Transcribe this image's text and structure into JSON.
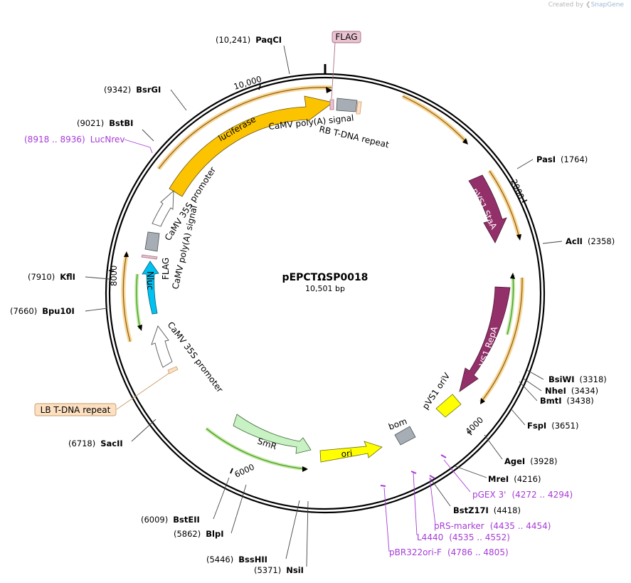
{
  "credit": {
    "prefix": "Created by",
    "brand": "SnapGene"
  },
  "plasmid": {
    "name": "pEPCTΩSP0018",
    "length_label": "10,501 bp",
    "length_bp": 10501
  },
  "ruler_ticks": [
    {
      "label": "10,000",
      "bp": 10000
    },
    {
      "label": "2000",
      "bp": 2000
    },
    {
      "label": "4000",
      "bp": 4000
    },
    {
      "label": "6000",
      "bp": 6000
    },
    {
      "label": "8000",
      "bp": 8000
    }
  ],
  "enzymes": [
    {
      "name": "PaqCI",
      "pos": "(10,241)",
      "bp": 10241
    },
    {
      "name": "BsrGI",
      "pos": "(9342)",
      "bp": 9342
    },
    {
      "name": "BstBI",
      "pos": "(9021)",
      "bp": 9021
    },
    {
      "name": "KflI",
      "pos": "(7910)",
      "bp": 7910
    },
    {
      "name": "Bpu10I",
      "pos": "(7660)",
      "bp": 7660
    },
    {
      "name": "SacII",
      "pos": "(6718)",
      "bp": 6718
    },
    {
      "name": "BstEII",
      "pos": "(6009)",
      "bp": 6009
    },
    {
      "name": "BlpI",
      "pos": "(5862)",
      "bp": 5862
    },
    {
      "name": "BssHII",
      "pos": "(5446)",
      "bp": 5446
    },
    {
      "name": "NsiI",
      "pos": "(5371)",
      "bp": 5371
    },
    {
      "name": "PasI",
      "pos": "(1764)",
      "bp": 1764
    },
    {
      "name": "AclI",
      "pos": "(2358)",
      "bp": 2358
    },
    {
      "name": "BsiWI",
      "pos": "(3318)",
      "bp": 3318
    },
    {
      "name": "NheI",
      "pos": "(3434)",
      "bp": 3434
    },
    {
      "name": "BmtI",
      "pos": "(3438)",
      "bp": 3438
    },
    {
      "name": "FspI",
      "pos": "(3651)",
      "bp": 3651
    },
    {
      "name": "AgeI",
      "pos": "(3928)",
      "bp": 3928
    },
    {
      "name": "MreI",
      "pos": "(4216)",
      "bp": 4216
    },
    {
      "name": "BstZ17I",
      "pos": "(4418)",
      "bp": 4418
    }
  ],
  "primers": [
    {
      "name": "LucNrev",
      "range": "(8918 .. 8936)"
    },
    {
      "name": "pGEX 3'",
      "range": "(4272 .. 4294)"
    },
    {
      "name": "pRS-marker",
      "range": "(4435 .. 4454)"
    },
    {
      "name": "L4440",
      "range": "(4535 .. 4552)"
    },
    {
      "name": "pBR322ori-F",
      "range": "(4786 .. 4805)"
    }
  ],
  "boxed_features": [
    {
      "name": "FLAG",
      "fill": "#e9c3d1",
      "stroke": "#a86f86"
    },
    {
      "name": "LB T-DNA repeat",
      "fill": "#fde0c2",
      "stroke": "#c89a68"
    }
  ],
  "features": [
    {
      "name": "luciferase",
      "color": "#fcc400"
    },
    {
      "name": "pVS1 StaA",
      "color": "#93306a"
    },
    {
      "name": "pVS1 RepA",
      "color": "#93306a"
    },
    {
      "name": "pVS1 oriV",
      "color": "#ffff00"
    },
    {
      "name": "bom",
      "color": "#a7adb4"
    },
    {
      "name": "ori",
      "color": "#ffff00"
    },
    {
      "name": "SmR",
      "color": "#c8f2c3"
    },
    {
      "name": "CaMV 35S promoter",
      "color": "#ffffff"
    },
    {
      "name": "Nluc",
      "color": "#00c2f2"
    },
    {
      "name": "FLAG",
      "color": "#e9c3d1"
    },
    {
      "name": "CaMV poly(A) signal",
      "color": "#a7adb4"
    },
    {
      "name": "CaMV 35S promoter",
      "color": "#ffffff"
    },
    {
      "name": "CaMV poly(A) signal",
      "color": "#a7adb4"
    },
    {
      "name": "RB T-DNA repeat",
      "color": "#fde0c2"
    },
    {
      "name": "LB T-DNA repeat",
      "color": "#fde0c2"
    }
  ],
  "colors": {
    "enzyme": "#000000",
    "primer": "#a63bd6",
    "orf_glow": "#f6c870",
    "orf_line": "#8a5a12",
    "orf_green": "#3c9a1e"
  }
}
